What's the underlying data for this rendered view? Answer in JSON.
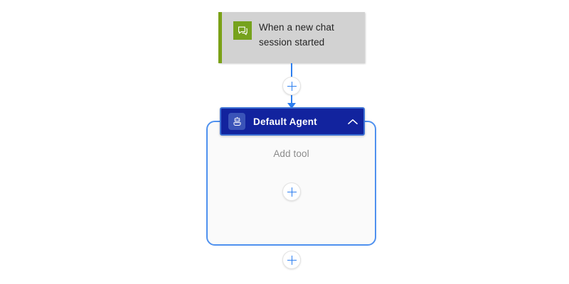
{
  "canvas": {
    "background": "#ffffff",
    "accent_blue": "#2d7ff0",
    "node_blue": "#12239e",
    "trigger_green": "#76a21d",
    "trigger_card_bg": "#d2d2d2"
  },
  "trigger": {
    "icon": "chat-bubble-icon",
    "label": "When a new chat\nsession started"
  },
  "agent": {
    "icon": "robot-icon",
    "title": "Default Agent",
    "collapse_icon": "chevron-up-icon",
    "body": {
      "add_tool_label": "Add tool",
      "add_tool_button_icon": "plus-icon"
    }
  },
  "connectors": {
    "top_add_button_icon": "plus-icon",
    "bottom_add_button_icon": "plus-icon"
  }
}
